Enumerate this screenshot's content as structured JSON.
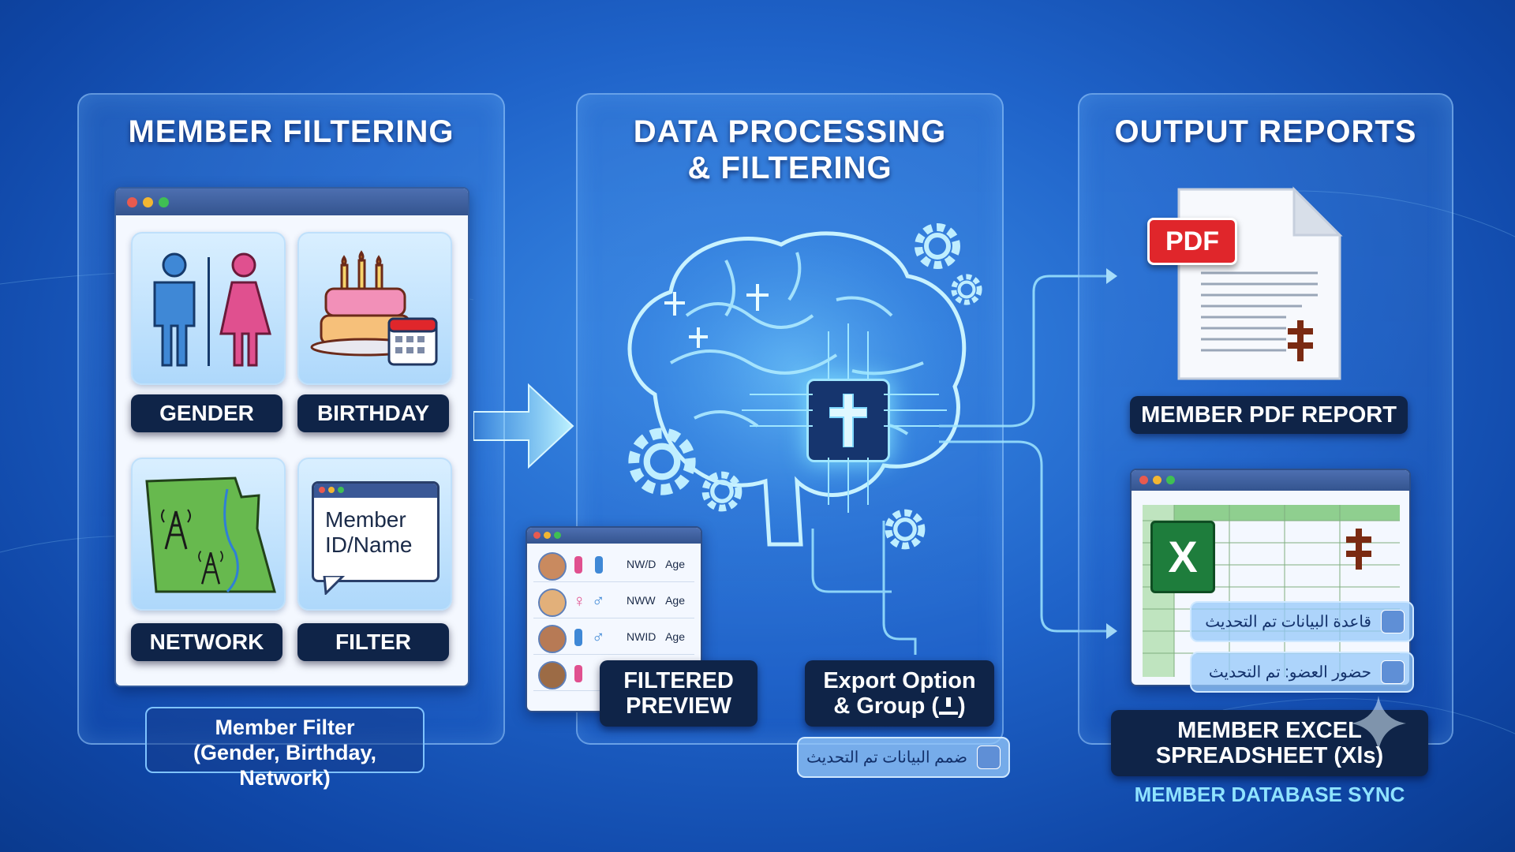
{
  "panels": {
    "left": {
      "title": "MEMBER FILTERING"
    },
    "middle": {
      "title_line1": "DATA PROCESSING",
      "title_line2": "& FILTERING"
    },
    "right": {
      "title": "OUTPUT REPORTS"
    }
  },
  "filters": {
    "gender": "GENDER",
    "birthday": "BIRTHDAY",
    "network": "NETWORK",
    "filter": "FILTER",
    "member_id_line1": "Member",
    "member_id_line2": "ID/Name",
    "caption_line1": "Member Filter",
    "caption_line2": "(Gender, Birthday, Network)"
  },
  "preview": {
    "label_line1": "FILTERED",
    "label_line2": "PREVIEW",
    "rows": [
      {
        "code": "NW/D",
        "age": "Age"
      },
      {
        "code": "NWW",
        "age": "Age"
      },
      {
        "code": "NWID",
        "age": "Age"
      }
    ]
  },
  "export": {
    "label_line1": "Export Option",
    "label_line2": "& Group (",
    "label_line2_end": ")",
    "sync_chip": "ضمم البيانات تم التحديث"
  },
  "outputs": {
    "pdf_badge": "PDF",
    "pdf_label": "MEMBER PDF REPORT",
    "excel_letter": "X",
    "excel_label_line1": "MEMBER EXCEL",
    "excel_label_line2": "SPREADSHEET (Xls)",
    "chip_database": "قاعدة البيانات تم التحديث",
    "chip_attendance": "حضور العضو: تم التحديث",
    "sync_caption": "MEMBER DATABASE SYNC"
  },
  "colors": {
    "accent_cyan": "#8fe3ff",
    "label_dark": "#0f2448",
    "pdf_red": "#e0262b",
    "excel_green": "#1e7d3c",
    "cross_brown": "#7a2a12",
    "female_pink": "#e0508f",
    "male_blue": "#3f88d6"
  },
  "icons": [
    "male-icon",
    "female-icon",
    "cake-icon",
    "calendar-icon",
    "map-icon",
    "tower-icon",
    "brain-icon",
    "chip-icon",
    "cross-icon",
    "gear-icon",
    "arrow-icon",
    "pdf-document-icon",
    "excel-icon",
    "location-icon",
    "database-icon",
    "upload-icon"
  ]
}
